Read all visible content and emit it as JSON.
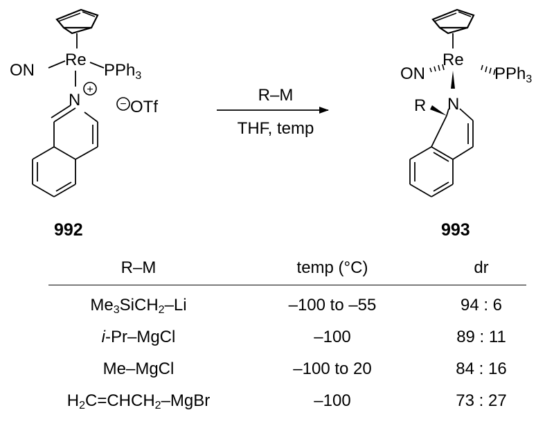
{
  "scheme": {
    "reactant": {
      "id": "992",
      "metal": "Re",
      "ligand_left": "ON",
      "ligand_right": "PPh",
      "ligand_right_sub": "3",
      "nitrogen": "N",
      "charge": "+",
      "counterion_charge": "−",
      "counterion": "OTf"
    },
    "product": {
      "id": "993",
      "metal": "Re",
      "ligand_left": "ON",
      "ligand_right": "PPh",
      "ligand_right_sub": "3",
      "nitrogen": "N",
      "substituent": "R"
    },
    "arrow": {
      "reagent": "R–M",
      "conditions": "THF, temp"
    }
  },
  "table": {
    "headers": [
      "R–M",
      "temp (°C)",
      "dr"
    ],
    "rows": [
      {
        "rm_parts": [
          "Me",
          "3",
          "SiCH",
          "2",
          "–Li"
        ],
        "rm_italic": "",
        "temp": "–100 to –55",
        "dr": "94 : 6"
      },
      {
        "rm_parts": [
          "",
          "",
          "-Pr–MgCl",
          "",
          ""
        ],
        "rm_italic": "i",
        "temp": "–100",
        "dr": "89 : 11"
      },
      {
        "rm_parts": [
          "Me–MgCl",
          "",
          "",
          "",
          ""
        ],
        "rm_italic": "",
        "temp": "–100 to 20",
        "dr": "84 : 16"
      },
      {
        "rm_parts": [
          "H",
          "2",
          "C=CHCH",
          "2",
          "–MgBr"
        ],
        "rm_italic": "",
        "temp": "–100",
        "dr": "73 : 27"
      }
    ]
  }
}
